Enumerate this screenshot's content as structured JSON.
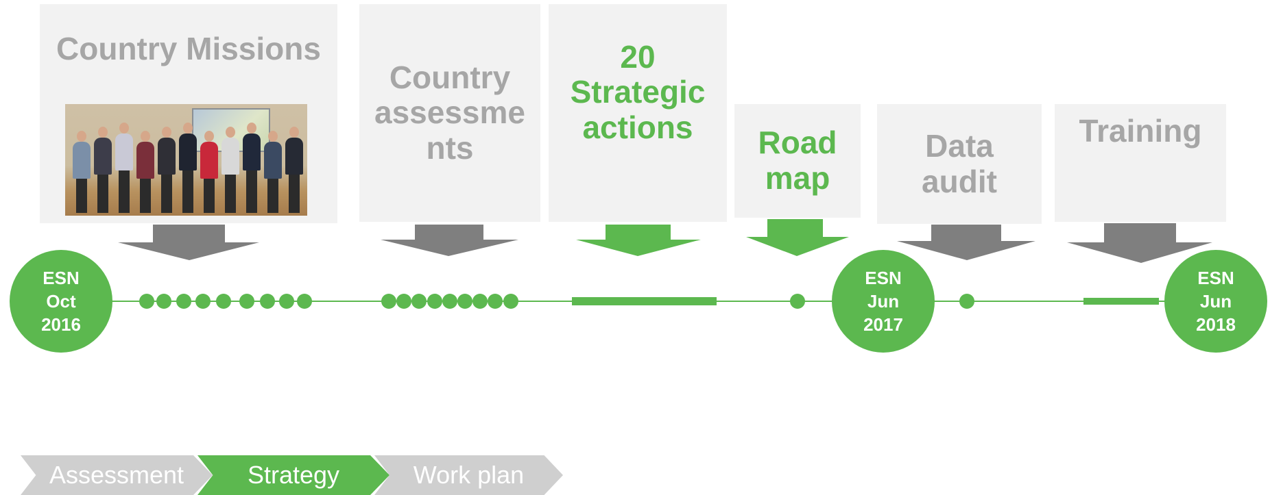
{
  "stages": [
    {
      "id": "missions",
      "lines": [
        "Country Missions"
      ],
      "color": "#a6a6a6"
    },
    {
      "id": "assessments",
      "lines": [
        "Country",
        "assessme",
        "nts"
      ],
      "color": "#a6a6a6"
    },
    {
      "id": "actions",
      "lines": [
        "20",
        "Strategic",
        "actions"
      ],
      "color": "#5cb84f"
    },
    {
      "id": "roadmap",
      "lines": [
        "Road",
        "map"
      ],
      "color": "#5cb84f"
    },
    {
      "id": "audit",
      "lines": [
        "Data",
        "audit"
      ],
      "color": "#a6a6a6"
    },
    {
      "id": "training",
      "lines": [
        "Training"
      ],
      "color": "#a6a6a6"
    }
  ],
  "milestones": [
    {
      "lines": [
        "ESN",
        "Oct",
        "2016"
      ]
    },
    {
      "lines": [
        "ESN",
        "Jun",
        "2017"
      ]
    },
    {
      "lines": [
        "ESN",
        "Jun",
        "2018"
      ]
    }
  ],
  "phases": [
    {
      "label": "Assessment",
      "active": false
    },
    {
      "label": "Strategy",
      "active": true
    },
    {
      "label": "Work plan",
      "active": false
    }
  ],
  "colors": {
    "accent": "#5cb84f",
    "muted_text": "#a6a6a6",
    "box_bg": "#f2f2f2",
    "arrow_grey": "#7f7f7f",
    "phase_grey": "#cfcfcf"
  }
}
